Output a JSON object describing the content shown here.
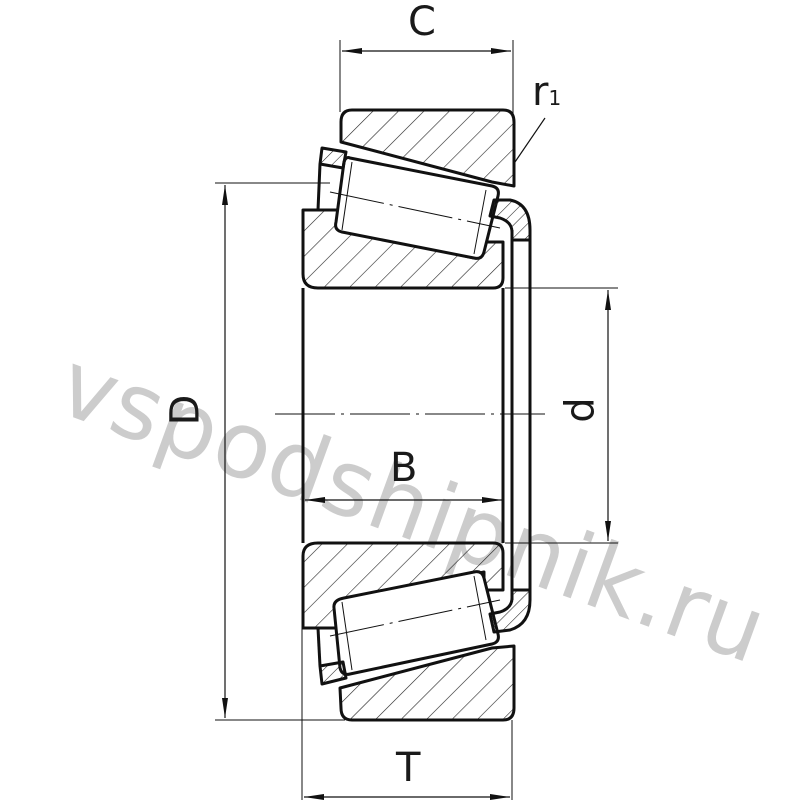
{
  "drawing": {
    "type": "tapered-roller-bearing-section",
    "stroke_color": "#111111",
    "hatch_color": "#222222",
    "watermark_color": "#c4c4c4"
  },
  "dimensions": {
    "C": "C",
    "r1_base": "r",
    "r1_sub": "1",
    "D": "D",
    "d": "d",
    "B": "B",
    "T": "T"
  },
  "watermark": {
    "text": "vspodshipnik.ru"
  }
}
